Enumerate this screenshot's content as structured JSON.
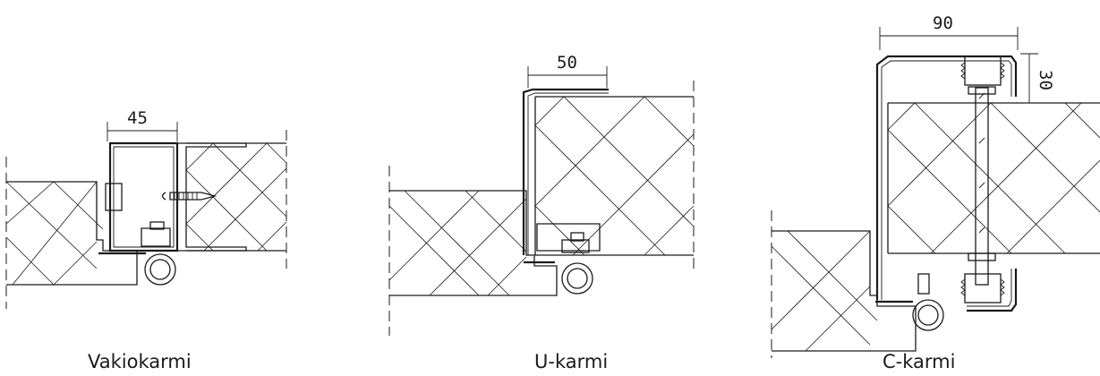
{
  "captions": {
    "vakiokarmi": "Vakiokarmi",
    "u_karmi": "U-karmi",
    "c_karmi": "C-karmi"
  },
  "dimensions": {
    "vakiokarmi_width": "45",
    "u_karmi_width": "50",
    "c_karmi_width": "90",
    "c_karmi_height": "30"
  },
  "colors": {
    "line": "#1a1a1a",
    "background": "#ffffff"
  }
}
